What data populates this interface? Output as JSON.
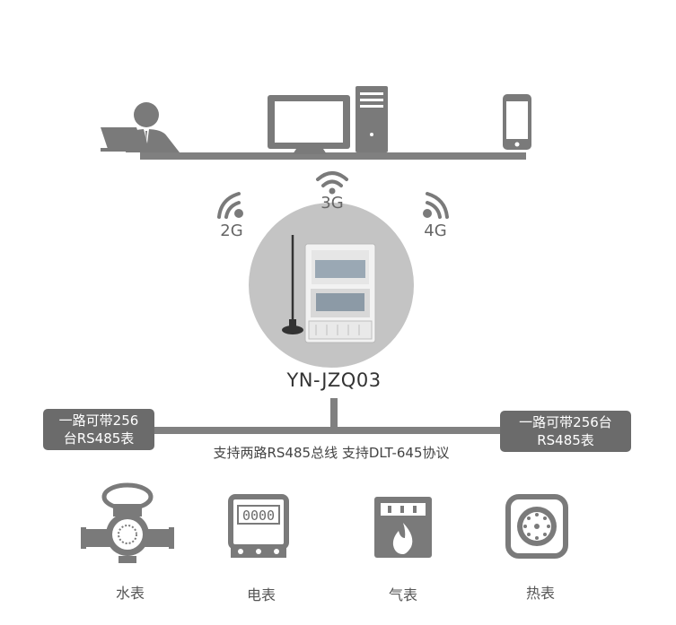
{
  "network": {
    "labels": [
      "2G",
      "3G",
      "4G"
    ]
  },
  "device": {
    "name": "YN-JZQ03"
  },
  "bus": {
    "left_box": [
      "一路可带256",
      "台RS485表"
    ],
    "right_box": [
      "一路可带256台",
      "RS485表"
    ],
    "caption": "支持两路RS485总线   支持DLT-645协议"
  },
  "meters": [
    {
      "label": "水表",
      "icon": "water-meter-icon"
    },
    {
      "label": "电表",
      "icon": "electric-meter-icon"
    },
    {
      "label": "气表",
      "icon": "gas-meter-icon"
    },
    {
      "label": "热表",
      "icon": "heat-meter-icon"
    }
  ],
  "meter_display_digits": "0000",
  "colors": {
    "icon_gray": "#7a7a7a",
    "line_gray": "#808080",
    "box_gray": "#6b6b6b",
    "circle_gray": "#c4c4c4"
  }
}
